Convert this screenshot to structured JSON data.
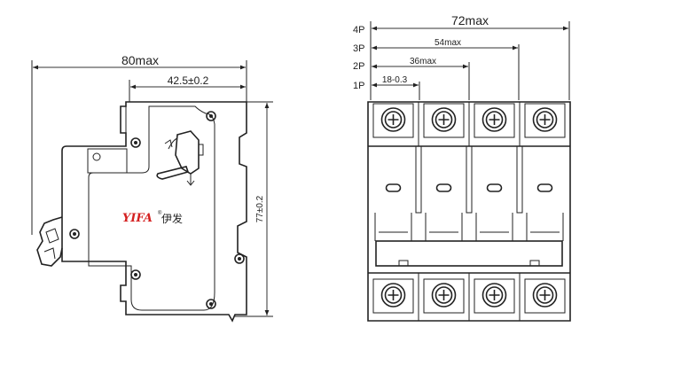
{
  "side_view": {
    "dim_width": "80max",
    "dim_front": "42.5±0.2",
    "dim_height": "77±0.2",
    "brand_latin": "YIFA",
    "brand_registered": "®",
    "brand_cjk": "伊发",
    "brand_color": "#d42020"
  },
  "front_view": {
    "pole_labels": [
      "4P",
      "3P",
      "2P",
      "1P"
    ],
    "dims": [
      "72max",
      "54max",
      "36max",
      "18-0.3"
    ],
    "pole_count": 4
  }
}
